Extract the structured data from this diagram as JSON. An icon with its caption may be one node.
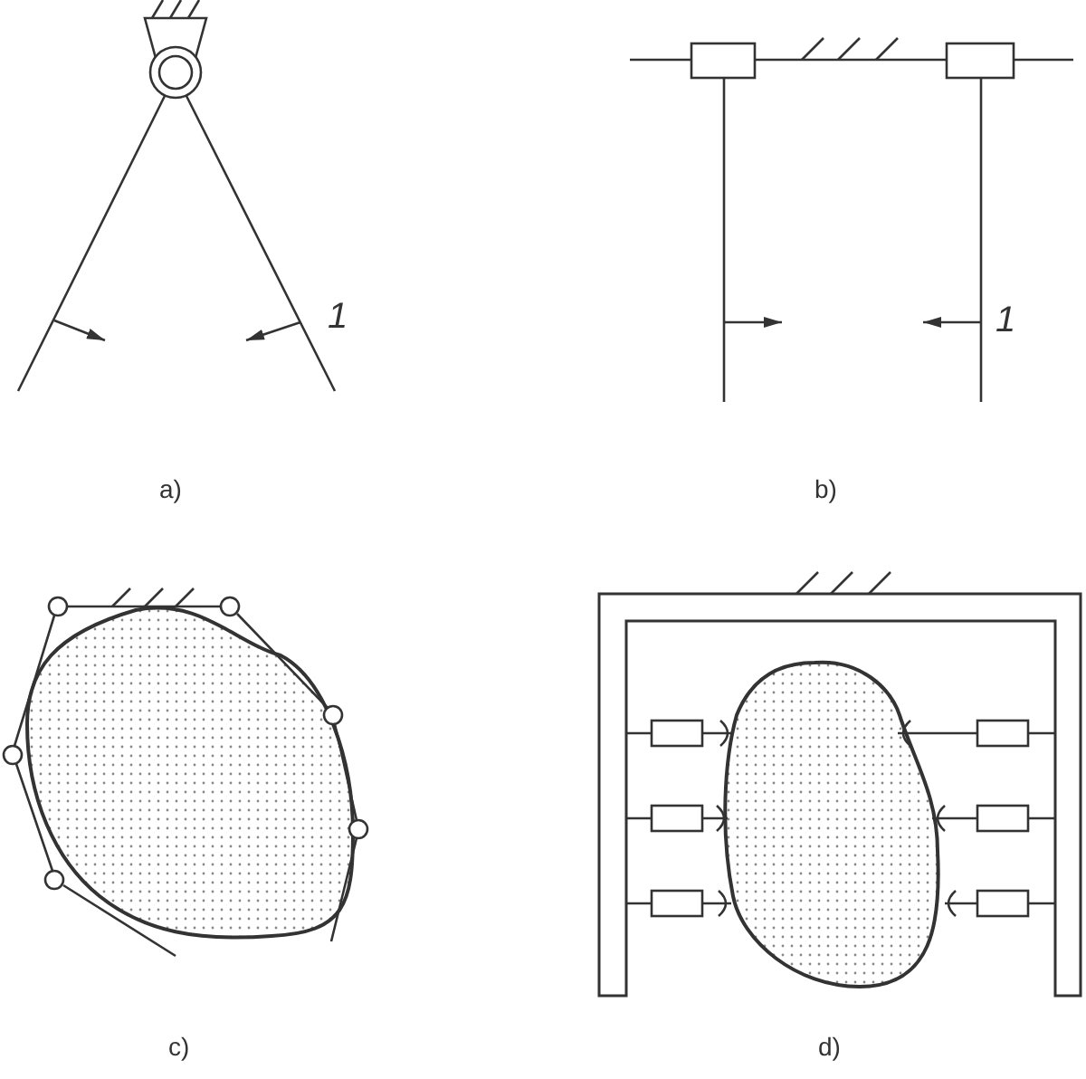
{
  "diagram": {
    "labels": [
      "1",
      "1",
      "a)",
      "b)",
      "c)",
      "d)"
    ]
  }
}
